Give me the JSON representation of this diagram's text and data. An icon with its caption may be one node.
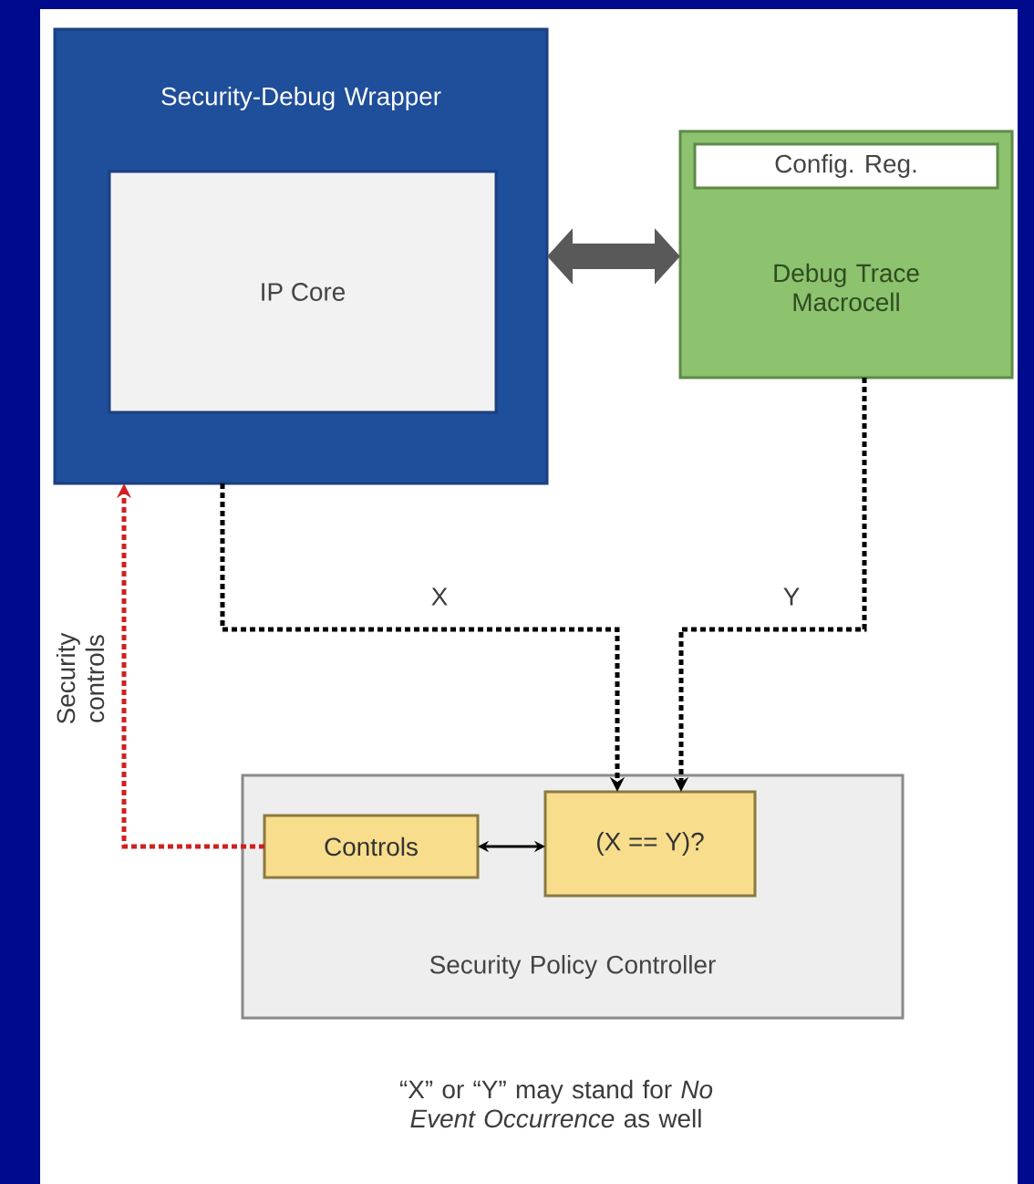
{
  "diagram": {
    "caption": "“X” or “Y” may stand for *No Event Occurrence* as well",
    "nodes": [
      {
        "text": [
          "Security-Debug Wrapper"
        ]
      },
      {
        "text": [
          "IP Core"
        ],
        "in": 0
      },
      {
        "text": [
          "Debug Trace Macrocell"
        ]
      },
      {
        "text": [
          "Config. Reg."
        ],
        "in": 2
      },
      {
        "text": [
          "Security Policy Controller"
        ]
      },
      {
        "text": [
          "Controls"
        ],
        "in": 4
      },
      {
        "text": [
          "(X == Y)?"
        ],
        "in": 4
      }
    ],
    "edges": [
      {
        "from": 0,
        "to": 2,
        "arrow": "both",
        "style": "thick",
        "color": "#595959"
      },
      {
        "from": 0,
        "to": 6,
        "arrow": "to",
        "style": "dashed",
        "label": "X"
      },
      {
        "from": 2,
        "to": 6,
        "arrow": "to",
        "style": "dashed",
        "label": "Y"
      },
      {
        "from": 5,
        "to": 0,
        "arrow": "to",
        "style": "dashed",
        "color": "#d02020",
        "label": "Security controls"
      },
      {
        "from": 5,
        "to": 6,
        "arrow": "both"
      }
    ]
  }
}
